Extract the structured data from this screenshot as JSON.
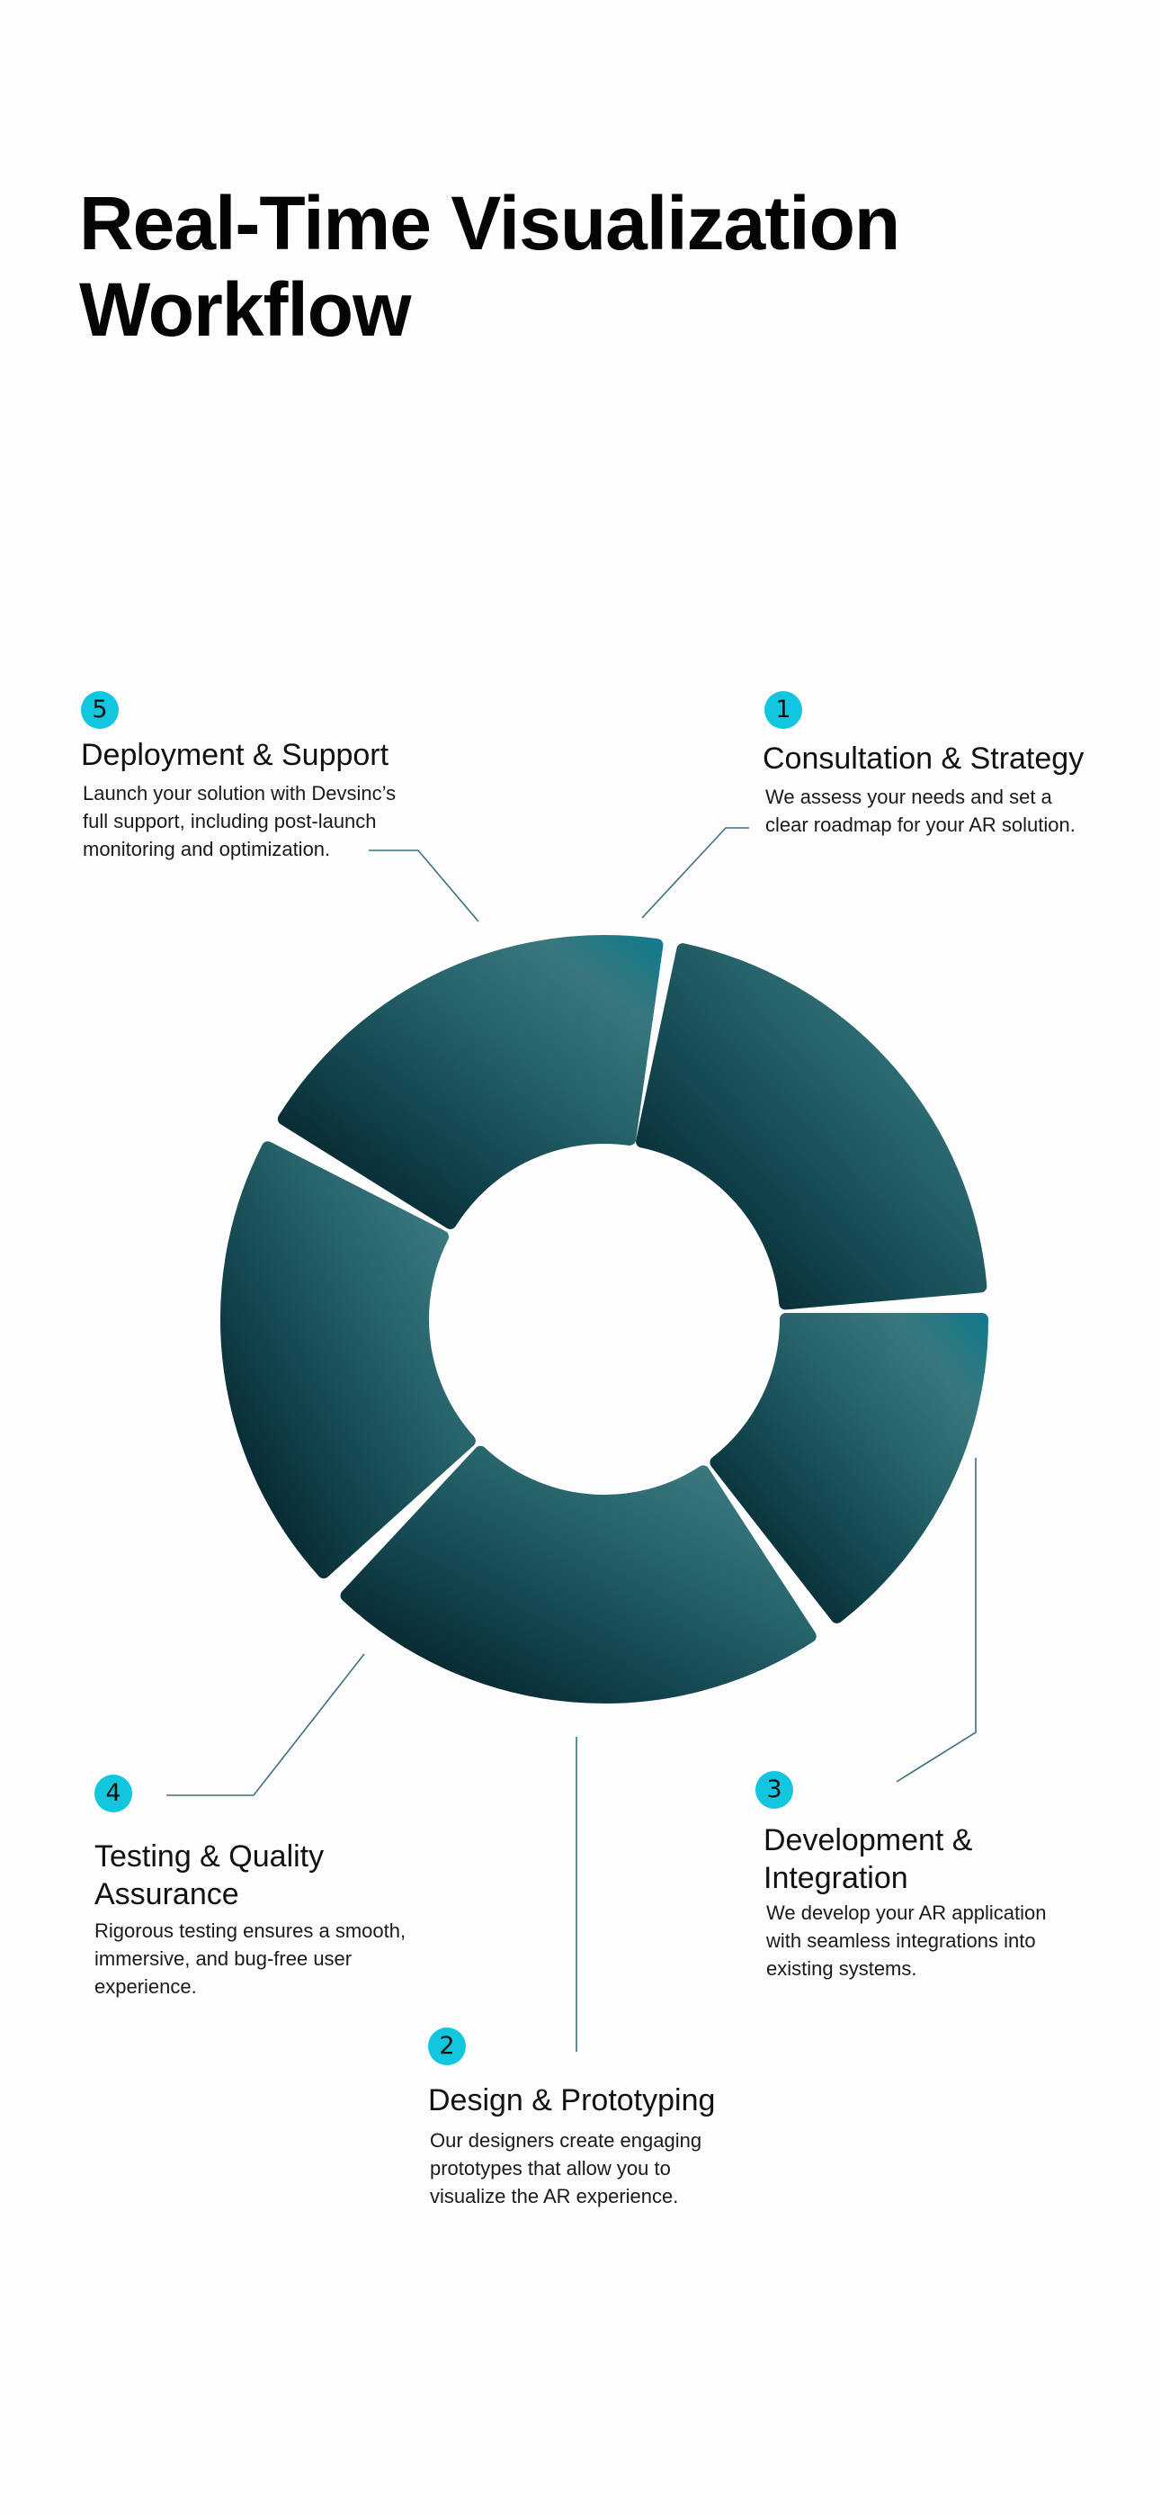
{
  "page": {
    "title_line1": "Real-Time Visualization",
    "title_line2": "Workflow"
  },
  "steps": [
    {
      "number": "1",
      "title": "Consultation & Strategy",
      "desc_lines": [
        "We assess your needs and set a",
        "clear roadmap for your AR solution."
      ]
    },
    {
      "number": "2",
      "title": "Design & Prototyping",
      "desc_lines": [
        "Our designers create engaging",
        "prototypes that allow you to",
        "visualize the AR experience."
      ]
    },
    {
      "number": "3",
      "title_lines": [
        "Development &",
        "Integration"
      ],
      "desc_lines": [
        "We develop your AR application",
        "with seamless integrations into",
        "existing systems."
      ]
    },
    {
      "number": "4",
      "title_lines": [
        "Testing & Quality",
        "Assurance"
      ],
      "desc_lines": [
        "Rigorous testing ensures a smooth,",
        "immersive, and bug-free user",
        "experience."
      ]
    },
    {
      "number": "5",
      "title": "Deployment & Support",
      "desc_lines": [
        "Launch your solution with Devsinc’s",
        "full support, including post-launch",
        "monitoring and optimization."
      ]
    }
  ],
  "colors": {
    "badge": "#12c6df",
    "segment_dark": "#041e24",
    "segment_mid": "#15505b",
    "segment_light": "#3a767b",
    "connector": "#3f6f80"
  }
}
